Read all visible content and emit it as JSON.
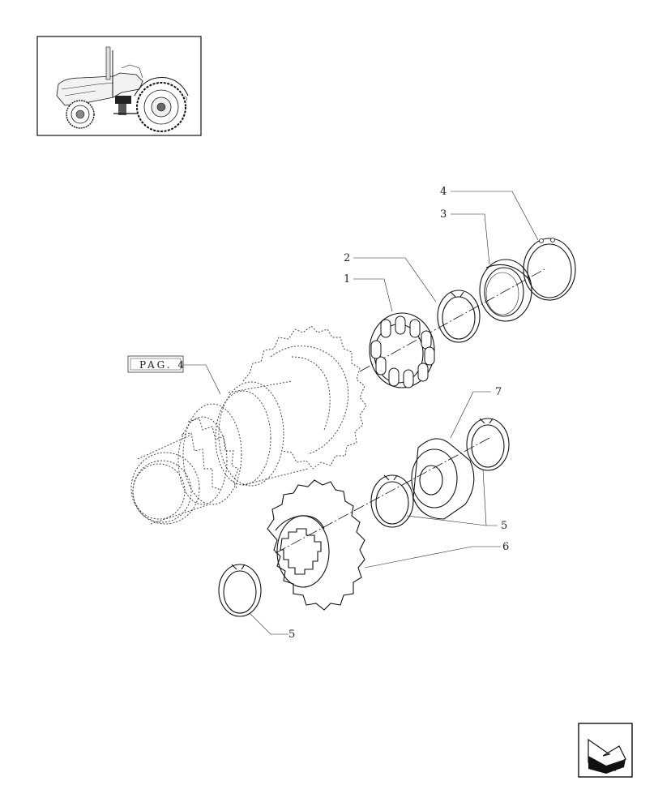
{
  "diagram": {
    "page_reference": "PAG. 4",
    "callouts": [
      "1",
      "2",
      "3",
      "4",
      "5",
      "5",
      "6",
      "7"
    ]
  },
  "thumbnail": {
    "icon": "tractor-thumbnail"
  },
  "navigation": {
    "icon": "back-arrow-icon"
  }
}
